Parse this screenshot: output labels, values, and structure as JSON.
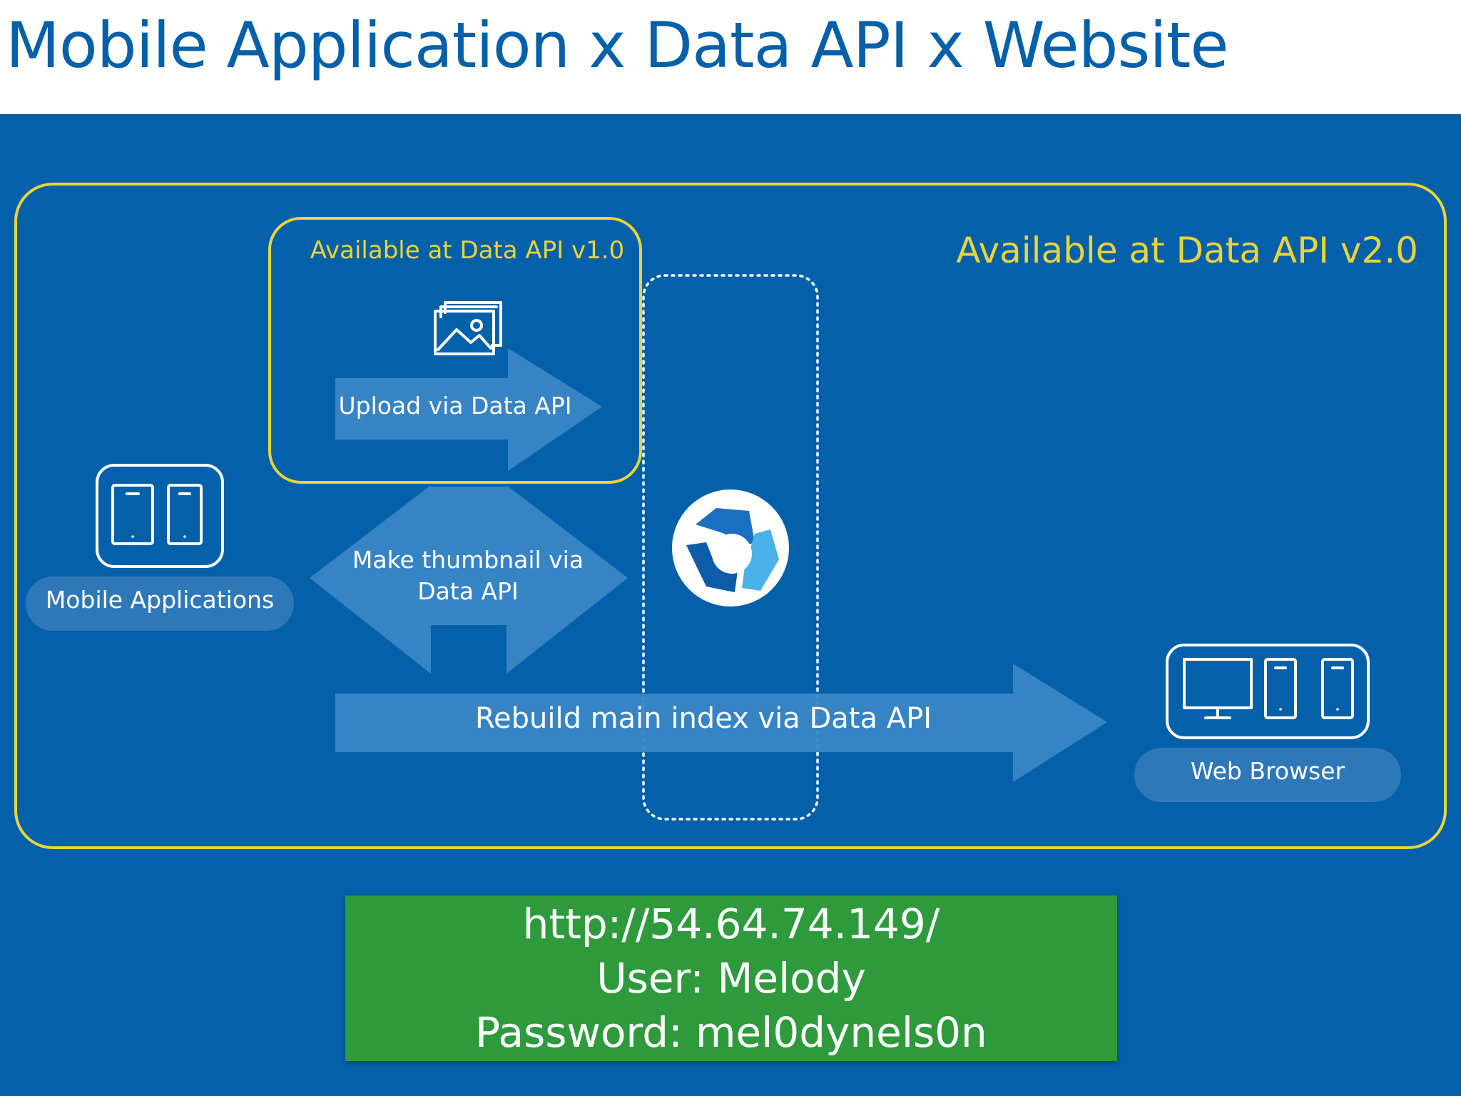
{
  "slide": {
    "title": "Mobile Application x Data API x Website"
  },
  "regions": {
    "outer_label": "Available at Data API v2.0",
    "inner_label": "Available at Data API v1.0"
  },
  "nodes": {
    "mobile": {
      "label": "Mobile Applications",
      "icon": "mobile-devices-icon"
    },
    "web": {
      "label": "Web Browser",
      "icon": "desktop-and-mobile-devices-icon"
    },
    "hub": {
      "icon": "data-api-logo"
    }
  },
  "flows": {
    "upload": {
      "label": "Upload via Data API",
      "icon": "image-gallery-icon"
    },
    "thumbnail": {
      "label_lines": [
        "Make thumbnail via",
        "Data API"
      ]
    },
    "rebuild": {
      "label": "Rebuild main index via Data API"
    }
  },
  "access_info": {
    "lines": [
      "http://54.64.74.149/",
      "User: Melody",
      "Password: mel0dynels0n"
    ]
  },
  "colors": {
    "background": "#0560aa",
    "title_text": "#0560aa",
    "region_border": "#e8d43a",
    "arrow_fill": "#3a86c6",
    "pill_fill": "#2f78b8",
    "info_box": "#2e9a3c",
    "text": "#ffffff"
  }
}
